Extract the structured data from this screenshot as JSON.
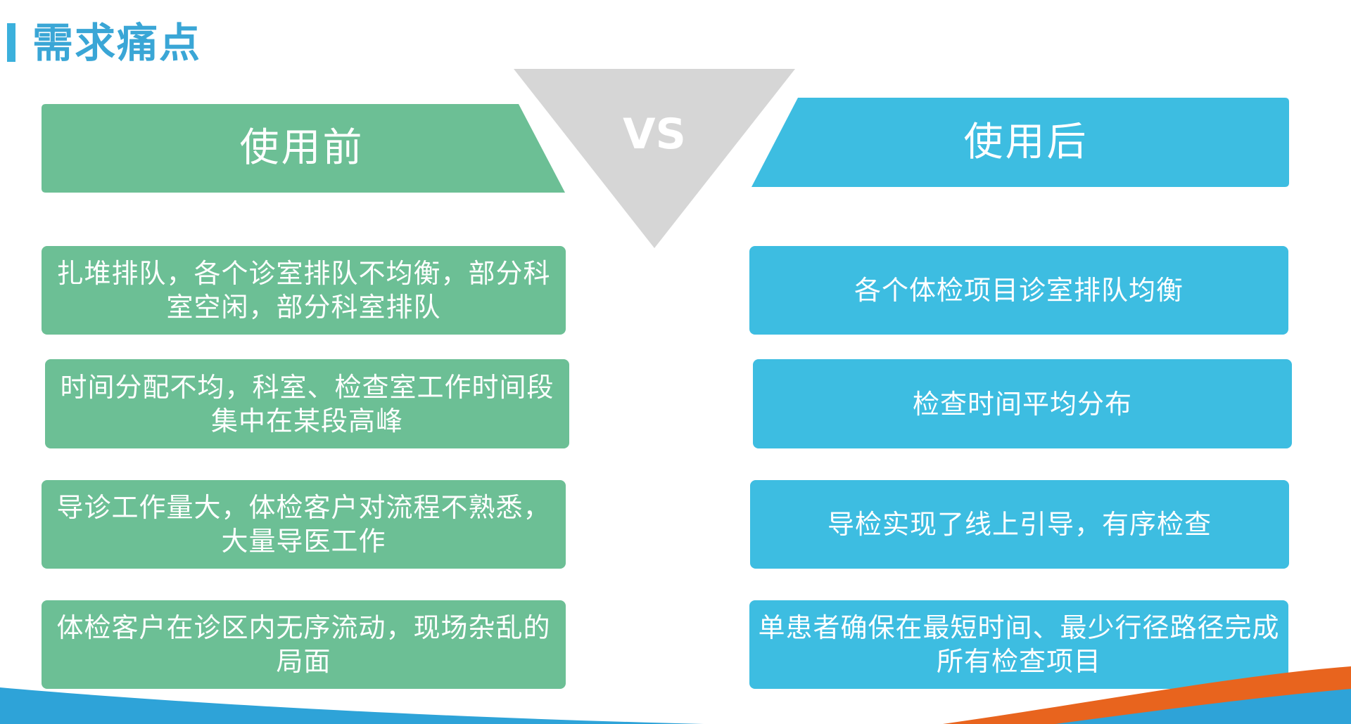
{
  "page": {
    "title": "需求痛点",
    "vs_label": "VS"
  },
  "left": {
    "header": "使用前",
    "items": [
      "扎堆排队，各个诊室排队不均衡，部分科室空闲，部分科室排队",
      "时间分配不均，科室、检查室工作时间段集中在某段高峰",
      "导诊工作量大，体检客户对流程不熟悉，大量导医工作",
      "体检客户在诊区内无序流动，现场杂乱的局面"
    ]
  },
  "right": {
    "header": "使用后",
    "items": [
      "各个体检项目诊室排队均衡",
      "检查时间平均分布",
      "导检实现了线上引导，有序检查",
      "单患者确保在最短时间、最少行径路径完成所有检查项目"
    ]
  },
  "colors": {
    "accent_blue": "#3aa6d6",
    "green": "#6cbf95",
    "blue": "#3dbde1",
    "vs_gray": "#d6d6d6",
    "wave_orange": "#e8641e"
  }
}
